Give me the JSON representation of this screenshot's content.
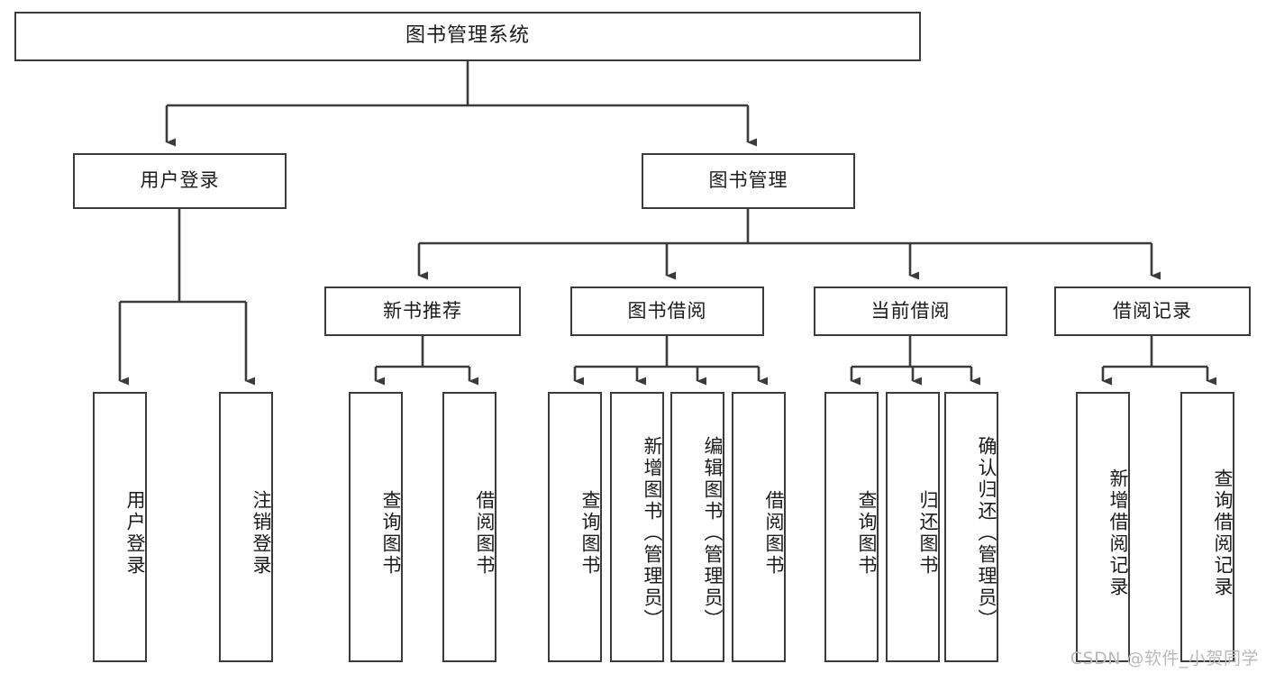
{
  "diagram": {
    "title": "图书管理系统",
    "type": "tree-hierarchy-chart",
    "watermark": "CSDN @软件_小贺同学",
    "colors": {
      "box_border": "#3b3b3b",
      "box_fill": "#ffffff",
      "connector": "#3b3b3b",
      "text": "#1b1b1b",
      "watermark": "#b9b9b9",
      "background": "#ffffff"
    }
  },
  "root": {
    "label": "图书管理系统"
  },
  "level1": [
    {
      "label": "用户登录"
    },
    {
      "label": "图书管理"
    }
  ],
  "level2": [
    {
      "label": "新书推荐"
    },
    {
      "label": "图书借阅"
    },
    {
      "label": "当前借阅"
    },
    {
      "label": "借阅记录"
    }
  ],
  "leaves": {
    "user_login": [
      {
        "label": "用户登录"
      },
      {
        "label": "注销登录"
      }
    ],
    "new_book_recommend": [
      {
        "label": "查询图书"
      },
      {
        "label": "借阅图书"
      }
    ],
    "book_borrow": [
      {
        "label": "查询图书"
      },
      {
        "label": "新增图书（管理员）"
      },
      {
        "label": "编辑图书（管理员）"
      },
      {
        "label": "借阅图书"
      }
    ],
    "current_borrow": [
      {
        "label": "查询图书"
      },
      {
        "label": "归还图书"
      },
      {
        "label": "确认归还（管理员）"
      }
    ],
    "borrow_record": [
      {
        "label": "新增借阅记录"
      },
      {
        "label": "查询借阅记录"
      }
    ]
  }
}
